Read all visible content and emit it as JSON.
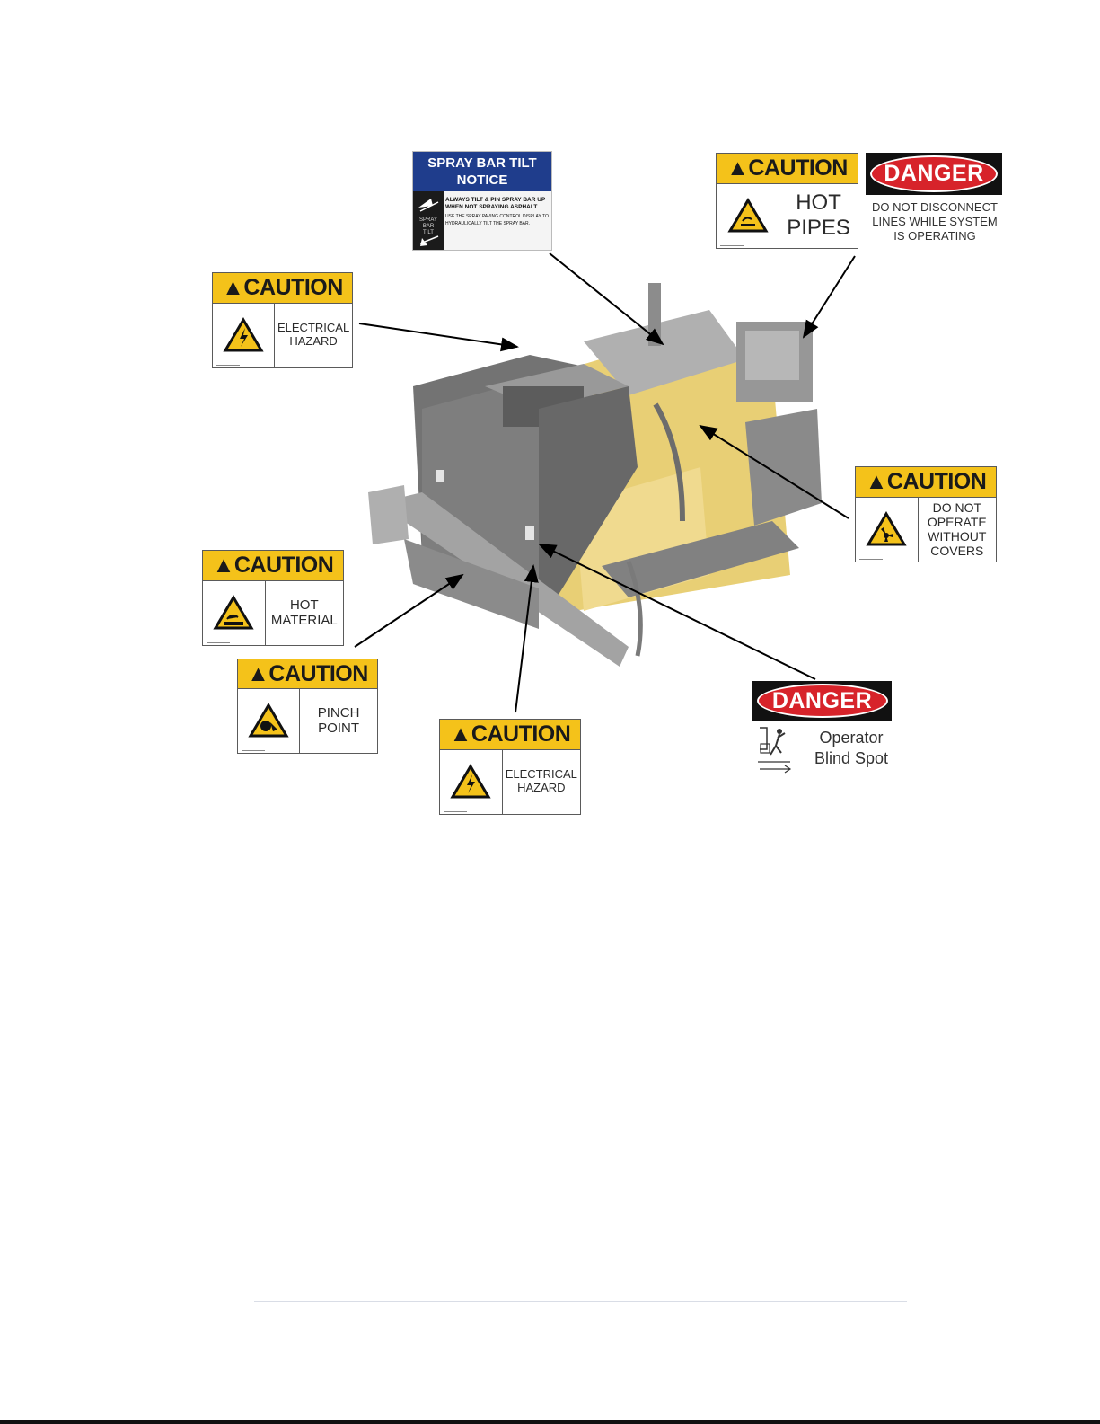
{
  "labels": {
    "caution_word": "CAUTION",
    "danger_word": "DANGER",
    "spray_notice": {
      "title_line1": "SPRAY BAR TILT",
      "title_line2": "NOTICE",
      "line1": "ALWAYS TILT & PIN SPRAY BAR UP",
      "line2": "WHEN NOT SPRAYING ASPHALT.",
      "line3": "USE THE SPRAY PAVING CONTROL DISPLAY TO",
      "line4": "HYDRAULICALLY TILT THE SPRAY BAR.",
      "side_text": "SPRAY BAR TILT"
    },
    "hot_pipes": "HOT\nPIPES",
    "disconnect": "DO NOT DISCONNECT\nLINES WHILE SYSTEM\nIS OPERATING",
    "electrical_upper": "ELECTRICAL\nHAZARD",
    "covers": "DO NOT\nOPERATE\nWITHOUT\nCOVERS",
    "hot_material": "HOT\nMATERIAL",
    "pinch_point": "PINCH\nPOINT",
    "electrical_lower": "ELECTRICAL\nHAZARD",
    "blind_spot": "Operator\nBlind Spot"
  },
  "colors": {
    "caution_yellow": "#f4c21a",
    "danger_red": "#d7232a",
    "notice_blue": "#1f3d8c",
    "machine_yellow": "#e8c85a",
    "machine_gray": "#8f9397"
  },
  "icons": [
    "warning-triangle-icon",
    "hot-surface-icon",
    "electrical-icon",
    "rotating-fan-icon",
    "pinch-point-icon",
    "blind-spot-icon",
    "arrow-icon"
  ]
}
